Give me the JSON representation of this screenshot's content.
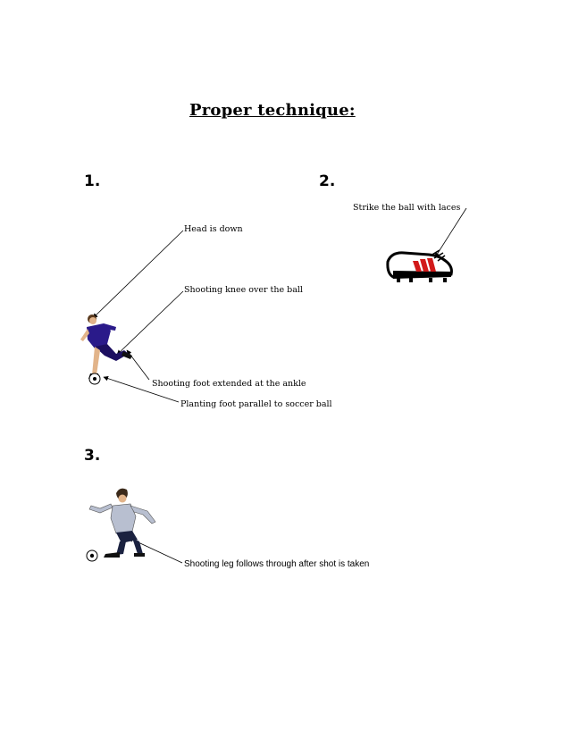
{
  "page": {
    "title": "Proper technique:",
    "sections": [
      {
        "number": "1."
      },
      {
        "number": "2."
      },
      {
        "number": "3."
      }
    ],
    "captions": {
      "head_down": "Head is down",
      "knee_over_ball": "Shooting knee over the ball",
      "foot_extended": "Shooting foot extended at the ankle",
      "planting_foot": "Planting foot parallel to soccer ball",
      "strike_laces": "Strike the ball with laces",
      "follow_through": "Shooting leg follows through after shot is taken"
    },
    "icons": [
      "soccer-player-kicking-icon",
      "cleat-shoe-icon",
      "soccer-player-follow-through-icon",
      "soccer-ball-icon"
    ]
  }
}
